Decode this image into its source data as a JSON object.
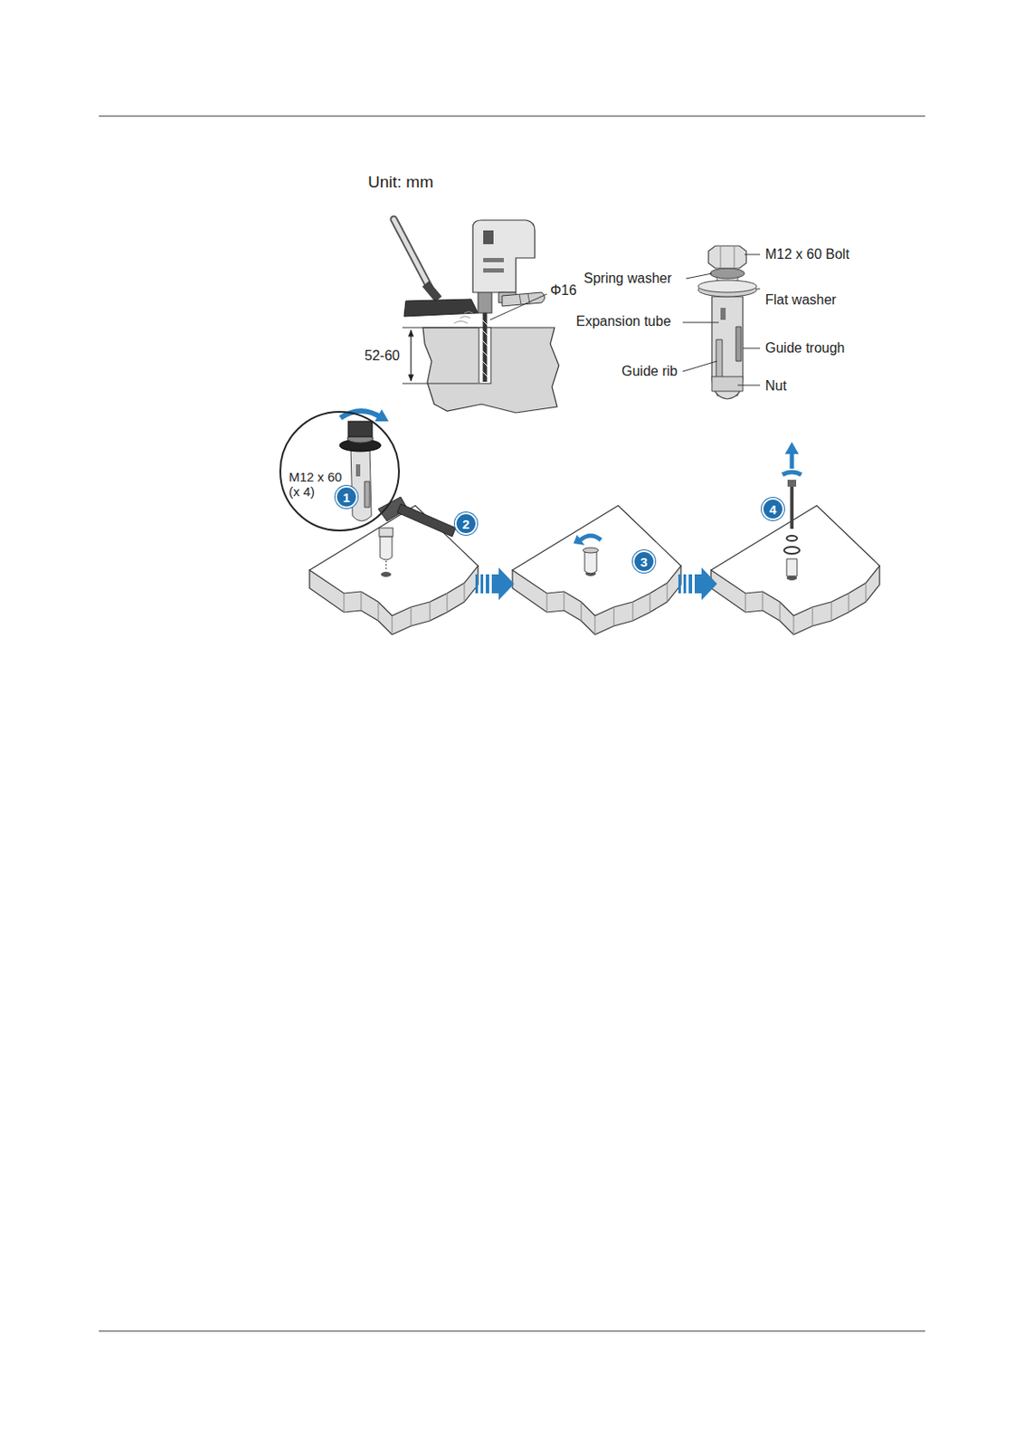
{
  "diagram": {
    "nodes": [
      {
        "text": [
          "M12 x 60",
          "(x 4)"
        ]
      },
      {
        "text": [
          "1"
        ]
      },
      {
        "text": [
          "2"
        ]
      },
      {
        "text": [
          "3"
        ]
      },
      {
        "text": [
          "4"
        ]
      }
    ],
    "labels": [
      "Unit: mm",
      "Φ16",
      "52-60",
      "M12 x 60 Bolt",
      "Spring washer",
      "Flat washer",
      "Expansion tube",
      "Guide trough",
      "Guide rib",
      "Nut"
    ]
  }
}
